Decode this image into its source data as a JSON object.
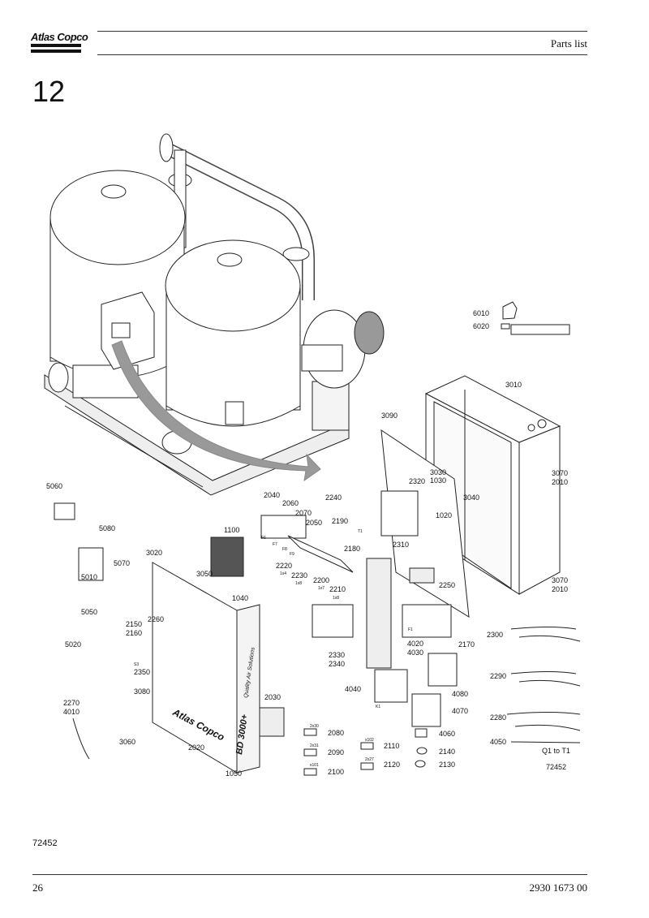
{
  "header": {
    "brand": "Atlas Copco",
    "title": "Parts list"
  },
  "section_number": "12",
  "callouts": {
    "c6010": "6010",
    "c6020": "6020",
    "c3010": "3010",
    "c3090": "3090",
    "c3030": "3030",
    "c1030": "1030",
    "c2320": "2320",
    "c1020": "1020",
    "c3040": "3040",
    "c3070a": "3070",
    "c2010a": "2010",
    "c3070b": "3070",
    "c2010b": "2010",
    "c5060": "5060",
    "c5080": "5080",
    "c5070": "5070",
    "c5010": "5010",
    "c5050": "5050",
    "c5020": "5020",
    "c1100": "1100",
    "c3020": "3020",
    "c3050": "3050",
    "c1040": "1040",
    "c2040": "2040",
    "c2060": "2060",
    "c2070": "2070",
    "c2050": "2050",
    "c2240": "2240",
    "c2190": "2190",
    "c2310": "2310",
    "c2180": "2180",
    "c2220": "2220",
    "c2230": "2230",
    "c2200": "2200",
    "c2210": "2210",
    "c2250": "2250",
    "c2150": "2150",
    "c2160": "2160",
    "c2260": "2260",
    "c2350": "2350",
    "c3080": "3080",
    "c2270": "2270",
    "c4010": "4010",
    "c3060": "3060",
    "c2020": "2020",
    "c1050": "1050",
    "c2030": "2030",
    "c2330": "2330",
    "c2340": "2340",
    "c4020": "4020",
    "c4030": "4030",
    "c2170": "2170",
    "c4040": "4040",
    "c4080": "4080",
    "c4070": "4070",
    "c4060": "4060",
    "c2140": "2140",
    "c2130": "2130",
    "c2080": "2080",
    "c2090": "2090",
    "c2110": "2110",
    "c2100": "2100",
    "c2120": "2120",
    "c2300": "2300",
    "c2290": "2290",
    "c2280": "2280",
    "c4050": "4050",
    "q1t1": "Q1 to T1",
    "fig72452": "72452"
  },
  "tiny_labels": {
    "f6": "F6",
    "f7": "F7",
    "f8": "F8",
    "f9": "F9",
    "t1": "T1",
    "x1x4": "1x4",
    "x1x8a": "1x8",
    "x1x7": "1x7",
    "x1x8b": "1x8",
    "f1": "F1",
    "s3": "S3",
    "k1": "K1",
    "x2x30": "2x30",
    "x2x31": "2x31",
    "x101": "x101",
    "x102": "x102",
    "x2x27": "2x27"
  },
  "product_label": "BD 3000+",
  "side_label": "Quality Air Solutions",
  "panel_brand": "Atlas Copco",
  "footer": {
    "figure_ref": "72452",
    "page_number": "26",
    "document_number": "2930 1673 00"
  }
}
